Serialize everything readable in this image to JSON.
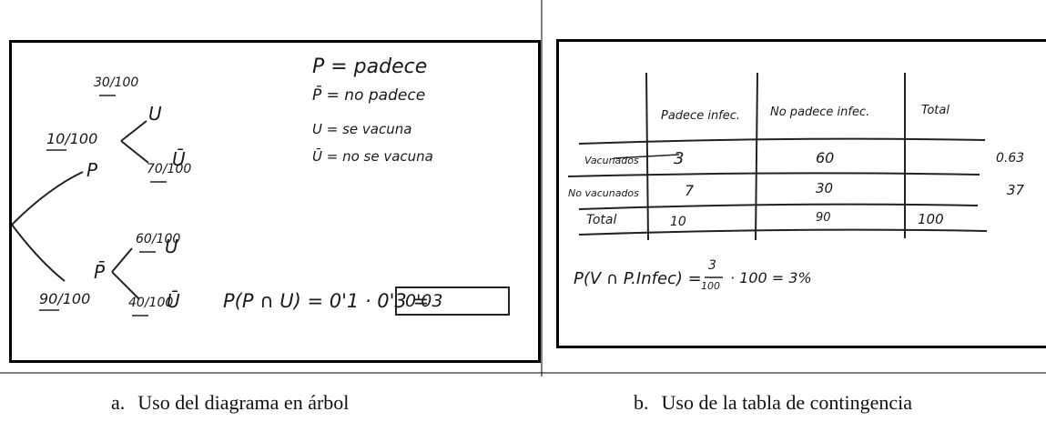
{
  "panel_a": {
    "fractions": {
      "p": "10/100",
      "not_p": "90/100",
      "p_u": "30/100",
      "p_not_u": "70/100",
      "notp_u": "60/100",
      "notp_not_u": "40/100"
    },
    "nodes": {
      "p": "P",
      "not_p": "P̄",
      "u1": "U",
      "notu1": "Ū",
      "u2": "U",
      "notu2": "Ū"
    },
    "legend": [
      "P = padece",
      "P̄ = no padece",
      "U = se vacuna",
      "Ū = no se vacuna"
    ],
    "formula": "P(P ∩ U) = 0'1 · 0'3 = ",
    "result": "0'03"
  },
  "panel_b": {
    "columns": [
      "",
      "Padece infec.",
      "No padece infec.",
      "Total"
    ],
    "rows": [
      {
        "label": "Vacunados",
        "c1": "3",
        "c2": "60",
        "c3": "0.63"
      },
      {
        "label": "No vacunados",
        "c1": "7",
        "c2": "30",
        "c3": "37"
      },
      {
        "label": "Total",
        "c1": "10",
        "c2": "90",
        "c3": "100"
      }
    ],
    "formula_left": "P(V ∩ P.Infec) = ",
    "formula_num": "3",
    "formula_den": "100",
    "formula_right": "· 100 = 3%"
  },
  "captions": {
    "a_num": "a.",
    "a_text": "Uso del diagrama en árbol",
    "b_num": "b.",
    "b_text": "Uso de la tabla de contingencia"
  }
}
